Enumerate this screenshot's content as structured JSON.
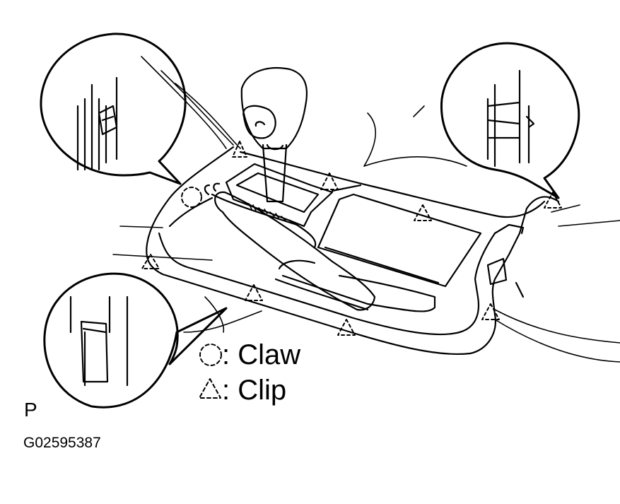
{
  "legend": {
    "claw_label": "Claw",
    "clip_label": "Clip",
    "claw_symbol": "dashed-circle",
    "clip_symbol": "dashed-triangle"
  },
  "figure_marker": "P",
  "figure_code": "G02595387",
  "colors": {
    "ink": "#000000",
    "paper": "#ffffff"
  }
}
